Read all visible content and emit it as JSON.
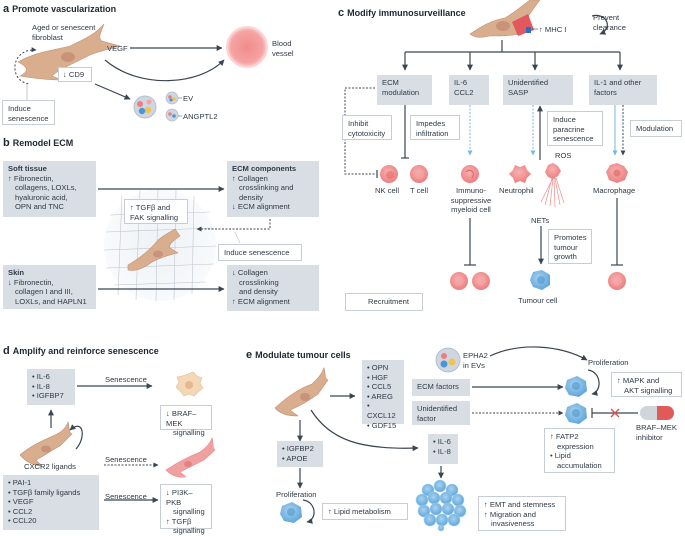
{
  "panels": {
    "a": {
      "letter": "a",
      "title": "Promote vascularization",
      "cell_label": [
        "Aged or senescent",
        "fibroblast"
      ],
      "vegf": "VEGF",
      "blood_vessel": [
        "Blood",
        "vessel"
      ],
      "cd9": "↓ CD9",
      "induce": [
        "Induce",
        "senescence"
      ],
      "ev": "EV",
      "angptl2": "ANGPTL2"
    },
    "b": {
      "letter": "b",
      "title": "Remodel ECM",
      "soft_tissue": {
        "heading": "Soft tissue",
        "lines": [
          "↑ Fibronectin,",
          "collagens, LOXLs,",
          "hyaluronic acid,",
          "OPN and TNC"
        ]
      },
      "ecm_components": {
        "heading": "ECM components",
        "lines": [
          "↑ Collagen",
          "crosslinking and",
          "density",
          "↓ ECM alignment"
        ]
      },
      "tgfb": [
        "↑ TGFβ and",
        "FAK signalling"
      ],
      "induce": "Induce senescence",
      "skin": {
        "heading": "Skin",
        "lines": [
          "↓ Fibronectin,",
          "collagen I and III,",
          "LOXLs, and HAPLN1"
        ]
      },
      "skin_result": {
        "lines": [
          "↓ Collagen",
          "crosslinking",
          "and density",
          "↑ ECM alignment"
        ]
      }
    },
    "c": {
      "letter": "c",
      "title": "Modify immunosurveillance",
      "mhc": "↑ MHC I",
      "prevent": [
        "Prevent",
        "clearance"
      ],
      "categories": [
        {
          "label": [
            "ECM",
            "modulation"
          ]
        },
        {
          "label": [
            "IL-6",
            "CCL2"
          ]
        },
        {
          "label": [
            "Unidentified",
            "SASP"
          ]
        },
        {
          "label": [
            "IL-1 and other",
            "factors"
          ]
        }
      ],
      "inhibit": [
        "Inhibit",
        "cytotoxicity"
      ],
      "impedes": [
        "Impedes",
        "infiltration"
      ],
      "paracrine": [
        "Induce",
        "paracrine",
        "senescence"
      ],
      "modulation": "Modulation",
      "ros": "ROS",
      "cells": {
        "nk": "NK cell",
        "t": "T cell",
        "myeloid": [
          "Immuno-",
          "suppressive",
          "myeloid cell"
        ],
        "neutrophil": "Neutrophil",
        "macrophage": "Macrophage",
        "nets": "NETs",
        "tumour": "Tumour cell"
      },
      "promotes": [
        "Promotes",
        "tumour",
        "growth"
      ],
      "legend": "Recruitment"
    },
    "d": {
      "letter": "d",
      "title": "Amplify and reinforce senescence",
      "top_list": [
        "IL-6",
        "IL-8",
        "IGFBP7"
      ],
      "senescence_label": "Senescence",
      "braf": [
        "↓ BRAF–MEK",
        "signalling"
      ],
      "cxcr2": "CXCR2 ligands",
      "bottom_list": [
        "PAI-1",
        "TGFβ family ligands",
        "VEGF",
        "CCL2",
        "CCL20"
      ],
      "pi3k": [
        "↓ PI3K–PKB",
        "signalling",
        "↑ TGFβ",
        "signalling"
      ]
    },
    "e": {
      "letter": "e",
      "title": "Modulate tumour cells",
      "factor_list": [
        "OPN",
        "HGF",
        "CCL5",
        "AREG",
        "CXCL12",
        "GDF15"
      ],
      "epha2": [
        "EPHA2",
        "in EVs"
      ],
      "ecm_factors": "ECM factors",
      "unidentified": [
        "Unidentified",
        "factor"
      ],
      "proliferation": "Proliferation",
      "mapk": [
        "↑ MAPK and",
        "AKT signalling"
      ],
      "braf_inhibitor": [
        "BRAF–MEK",
        "inhibitor"
      ],
      "fatp2": [
        "↑ FATP2",
        "expression",
        "• Lipid",
        "accumulation"
      ],
      "igfbp2_list": [
        "IGFBP2",
        "APOE"
      ],
      "il_list": [
        "IL-6",
        "IL-8"
      ],
      "lipid": "↑ Lipid metabolism",
      "emt": [
        "↑ EMT and stemness",
        "↑ Migration and",
        "invasiveness"
      ]
    }
  },
  "colors": {
    "grey_box": "#d9dee5",
    "arrow": "#3c4653",
    "fibroblast": "#d9ae8f",
    "vessel": "#ef9a9a",
    "immune_cell": "#f08c8c",
    "tumour_cell": "#7db8e3",
    "recruit": "#79b7e2"
  }
}
